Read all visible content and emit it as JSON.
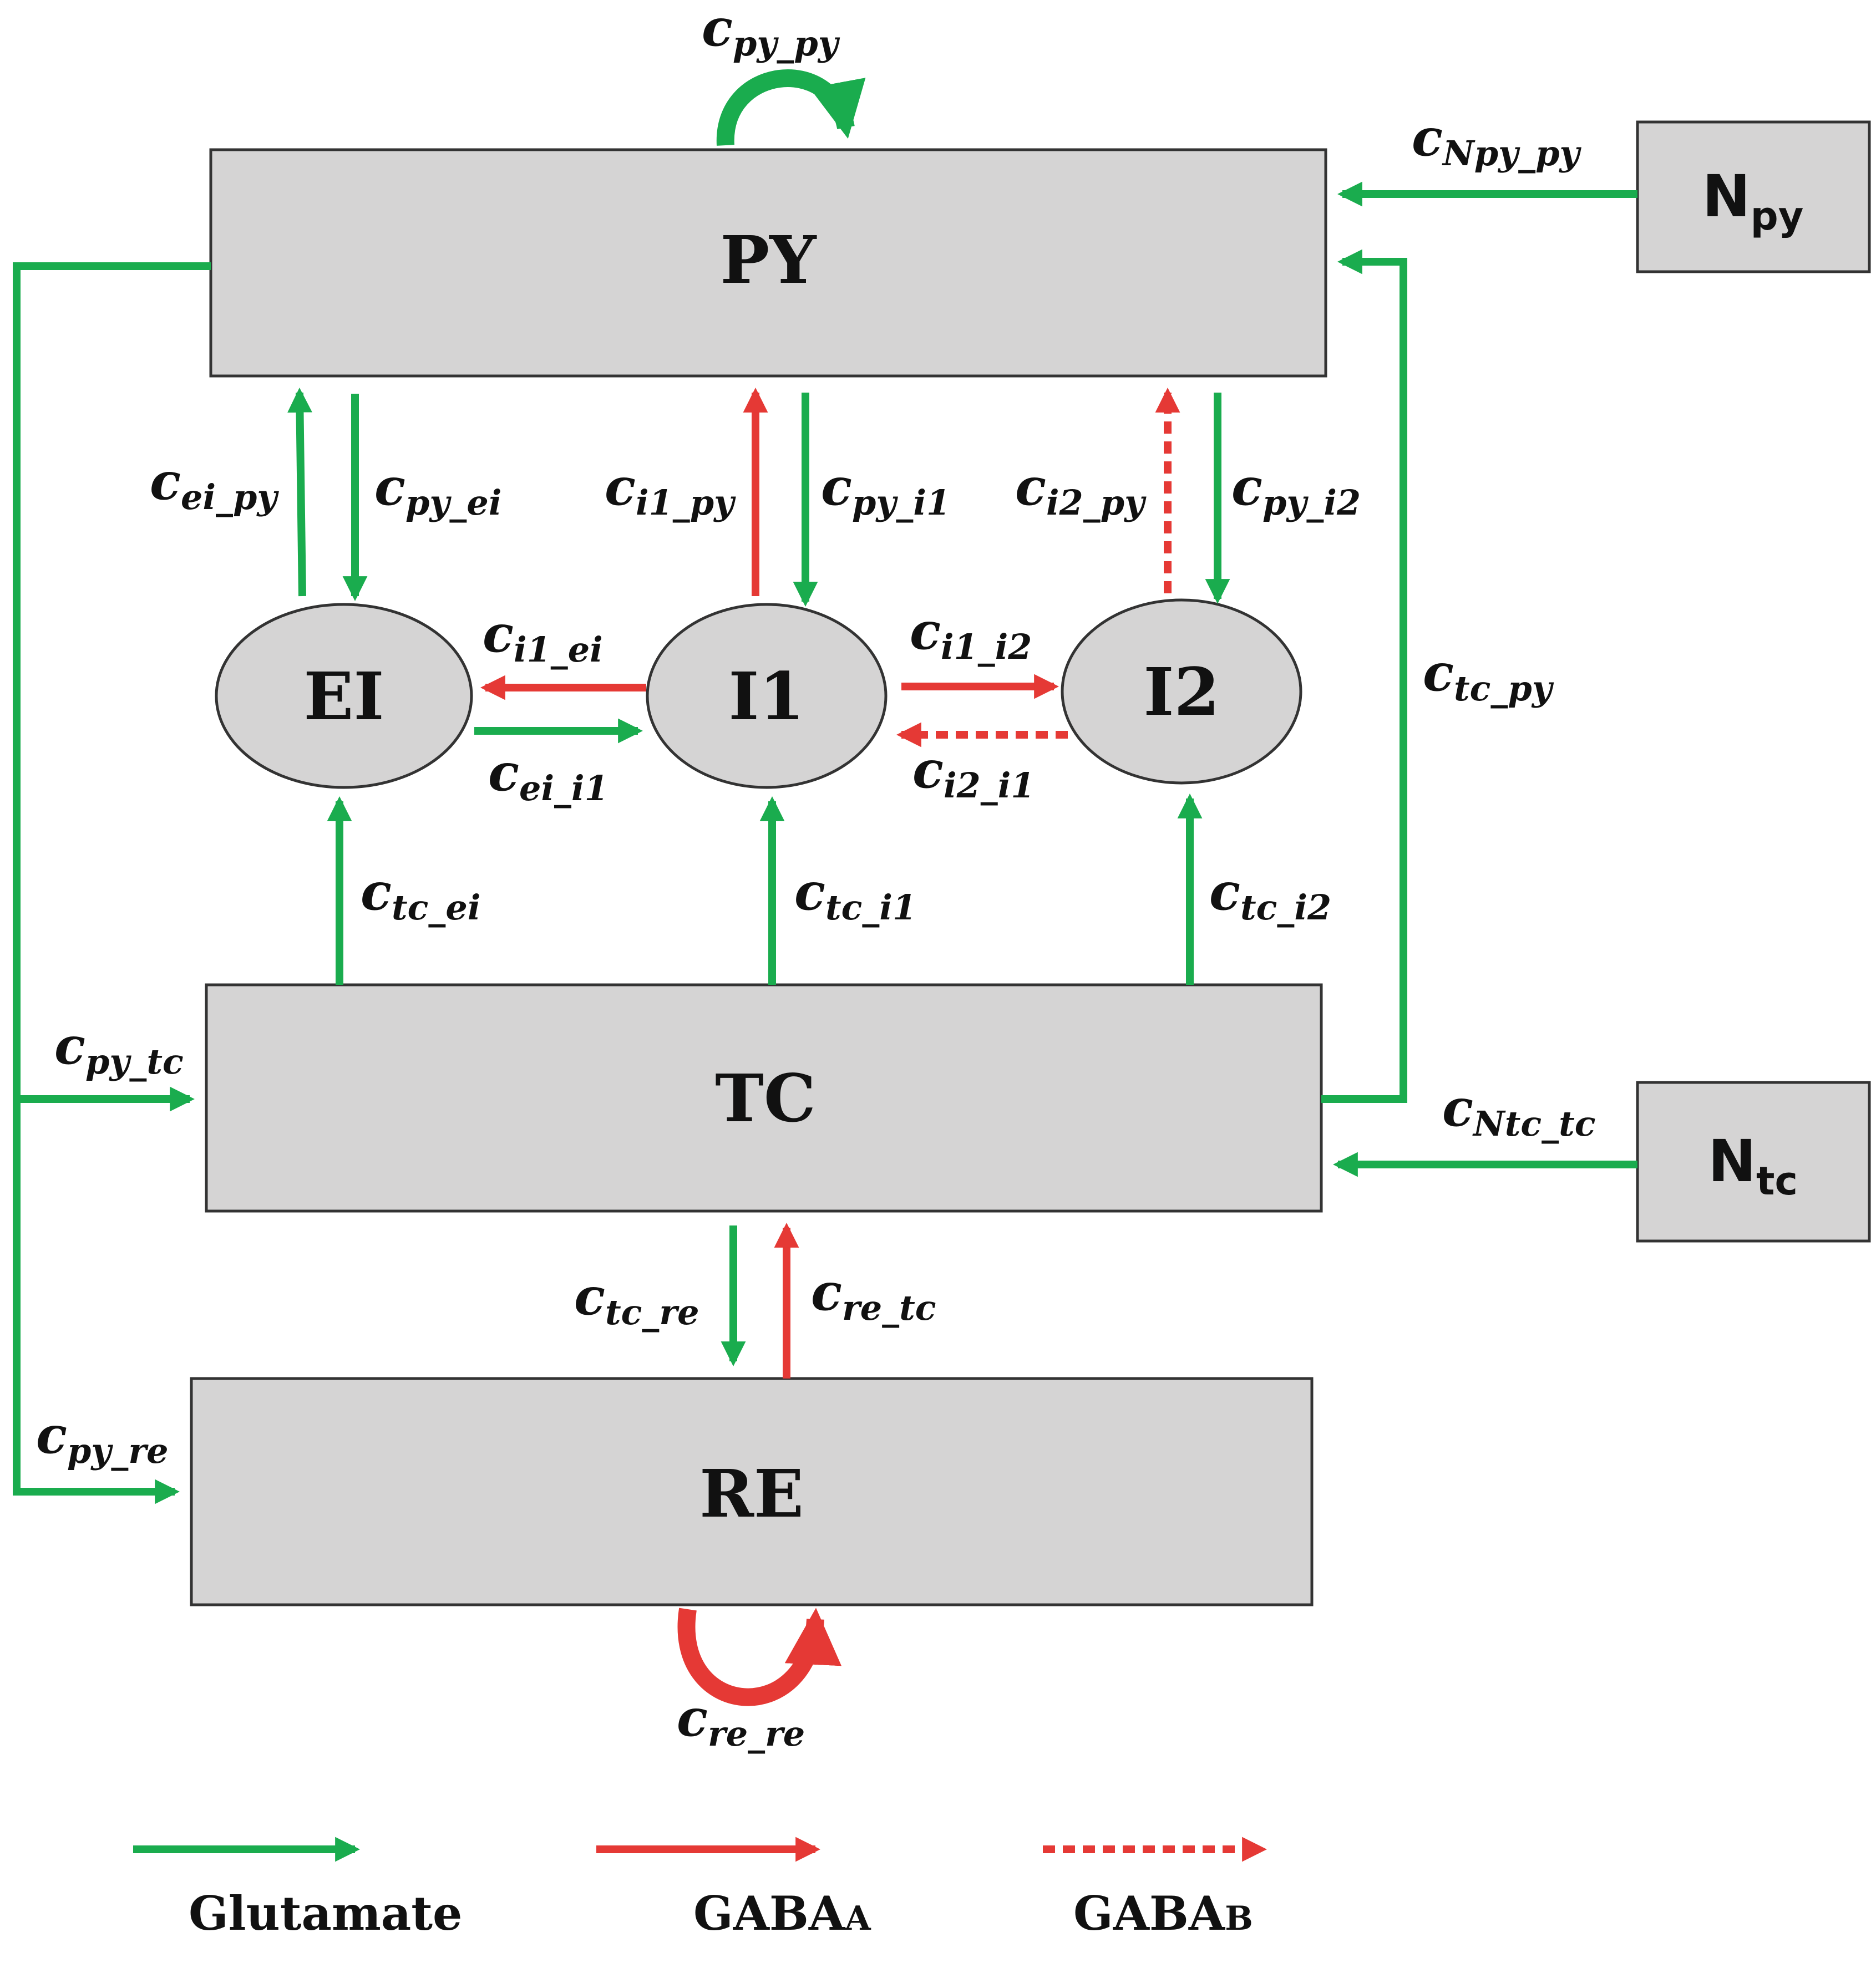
{
  "colors": {
    "glutamate": "#1aac4e",
    "gabaa": "#e53935",
    "gabab": "#e53935",
    "box_fill": "#d5d4d4",
    "stroke": "#333333"
  },
  "nodes": {
    "py": "PY",
    "tc": "TC",
    "re": "RE",
    "ei": "EI",
    "i1": "I1",
    "i2": "I2",
    "npy": {
      "main": "N",
      "sub": "py"
    },
    "ntc": {
      "main": "N",
      "sub": "tc"
    }
  },
  "coefficients": {
    "py_py": {
      "main": "c",
      "sub": "py_py"
    },
    "npy_py": {
      "main": "c",
      "sub": "Npy_py"
    },
    "ei_py": {
      "main": "c",
      "sub": "ei_py"
    },
    "py_ei": {
      "main": "c",
      "sub": "py_ei"
    },
    "i1_py": {
      "main": "c",
      "sub": "i1_py"
    },
    "py_i1": {
      "main": "c",
      "sub": "py_i1"
    },
    "i2_py": {
      "main": "c",
      "sub": "i2_py"
    },
    "py_i2": {
      "main": "c",
      "sub": "py_i2"
    },
    "i1_ei": {
      "main": "c",
      "sub": "i1_ei"
    },
    "ei_i1": {
      "main": "c",
      "sub": "ei_i1"
    },
    "i1_i2": {
      "main": "c",
      "sub": "i1_i2"
    },
    "i2_i1": {
      "main": "c",
      "sub": "i2_i1"
    },
    "tc_py": {
      "main": "c",
      "sub": "tc_py"
    },
    "tc_ei": {
      "main": "c",
      "sub": "tc_ei"
    },
    "tc_i1": {
      "main": "c",
      "sub": "tc_i1"
    },
    "tc_i2": {
      "main": "c",
      "sub": "tc_i2"
    },
    "py_tc": {
      "main": "c",
      "sub": "py_tc"
    },
    "ntc_tc": {
      "main": "c",
      "sub": "Ntc_tc"
    },
    "tc_re": {
      "main": "c",
      "sub": "tc_re"
    },
    "re_tc": {
      "main": "c",
      "sub": "re_tc"
    },
    "py_re": {
      "main": "c",
      "sub": "py_re"
    },
    "re_re": {
      "main": "c",
      "sub": "re_re"
    }
  },
  "legend": {
    "glutamate": "Glutamate",
    "gabaa": {
      "main": "GABA",
      "sub": "A"
    },
    "gabab": {
      "main": "GABA",
      "sub": "B"
    }
  }
}
